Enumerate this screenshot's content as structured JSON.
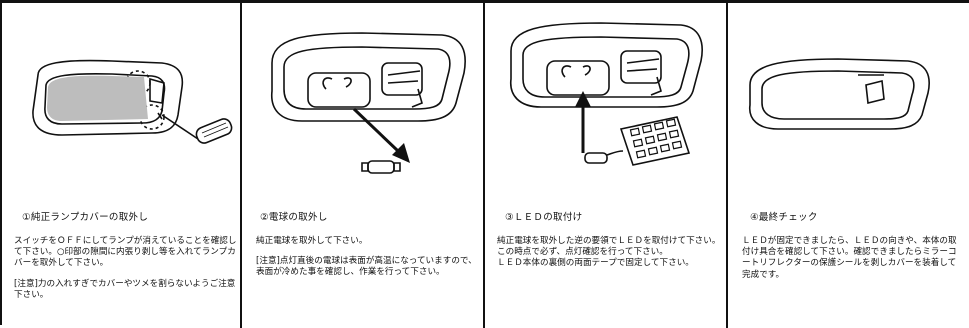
{
  "steps": [
    {
      "title": "①純正ランプカバーの取外し",
      "paragraphs": [
        "スイッチをＯＦＦにしてランプが消えていることを確認して下さい。○印部の隙間に内張り剥し等を入れてランプカバーを取外して下さい。",
        "[注意]力の入れすぎでカバーやツメを割らないようご注意下さい。"
      ]
    },
    {
      "title": "②電球の取外し",
      "paragraphs": [
        "純正電球を取外して下さい。",
        "[注意]点灯直後の電球は表面が高温になっていますので、表面が冷めた事を確認し、作業を行って下さい。"
      ]
    },
    {
      "title": "③ＬＥＤの取付け",
      "paragraphs": [
        "純正電球を取外した逆の要領でＬＥＤを取付けて下さい。この時点で必ず、点灯確認を行って下さい。",
        "ＬＥＤ本体の裏側の両面テープで固定して下さい。"
      ]
    },
    {
      "title": "④最終チェック",
      "paragraphs": [
        "ＬＥＤが固定できましたら、ＬＥＤの向きや、本体の取付け具合を確認して下さい。確認できましたらミラーコートリフレクターの保護シールを剥しカバーを装着して完成です。"
      ]
    }
  ]
}
